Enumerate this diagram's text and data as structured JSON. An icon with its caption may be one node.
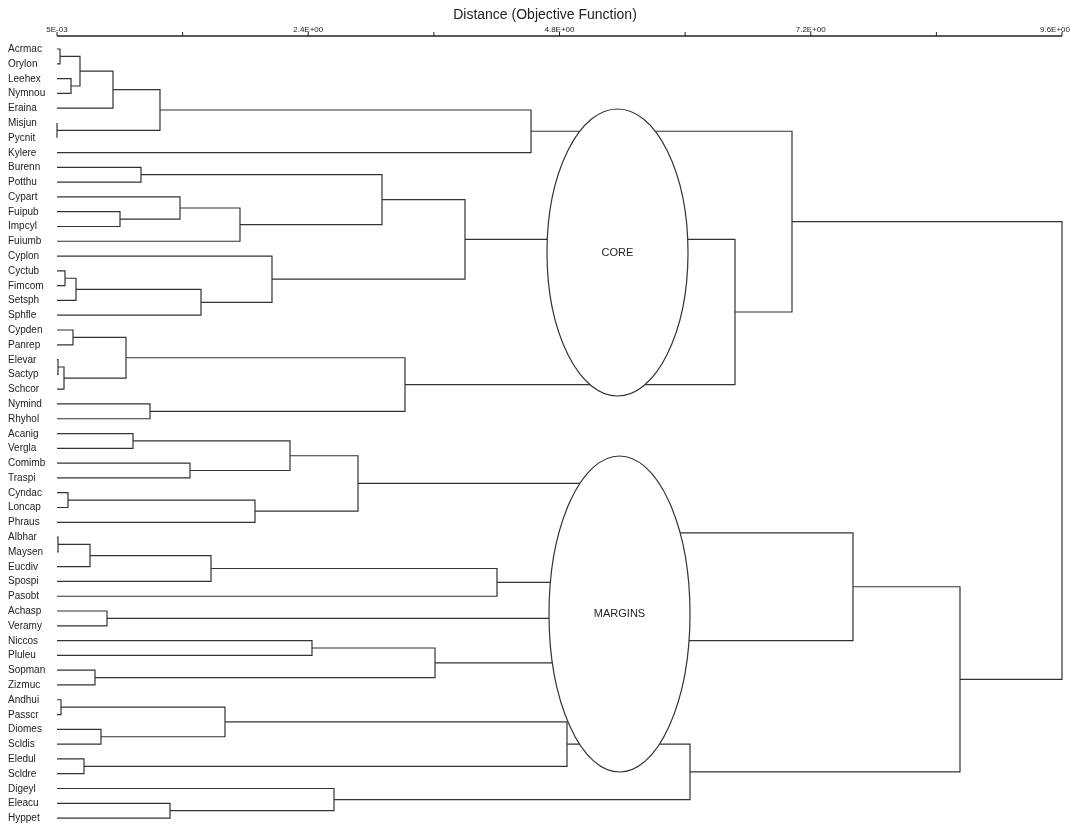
{
  "diagram": {
    "nodes": [
      {
        "text": [
          "CORE"
        ]
      },
      {
        "text": [
          "MARGINS"
        ]
      }
    ],
    "labels": [
      "Distance (Objective Function)",
      "5E-03",
      "2.4E+00",
      "4.8E+00",
      "7.2E+00",
      "9.6E+00",
      "Acrmac",
      "Orylon",
      "Leehex",
      "Nymnou",
      "Eraina",
      "Misjun",
      "Pycnit",
      "Kylere",
      "Burenn",
      "Potthu",
      "Cypart",
      "Fuipub",
      "Impcyl",
      "Fuiumb",
      "Cyplon",
      "Cyctub",
      "Fimcom",
      "Setsph",
      "Sphfle",
      "Cypden",
      "Panrep",
      "Elevar",
      "Sactyp",
      "Schcor",
      "Nymind",
      "Rhyhol",
      "Acanig",
      "Vergla",
      "Comimb",
      "Traspi",
      "Cyndac",
      "Loncap",
      "Phraus",
      "Albhar",
      "Maysen",
      "Eucdiv",
      "Spospi",
      "Pasobt",
      "Achasp",
      "Veramy",
      "Niccos",
      "Pluleu",
      "Sopman",
      "Zizmuc",
      "Andhui",
      "Passcr",
      "Diomes",
      "Scldis",
      "Eledul",
      "Scldre",
      "Digeyl",
      "Eleacu",
      "Hyppet"
    ]
  }
}
